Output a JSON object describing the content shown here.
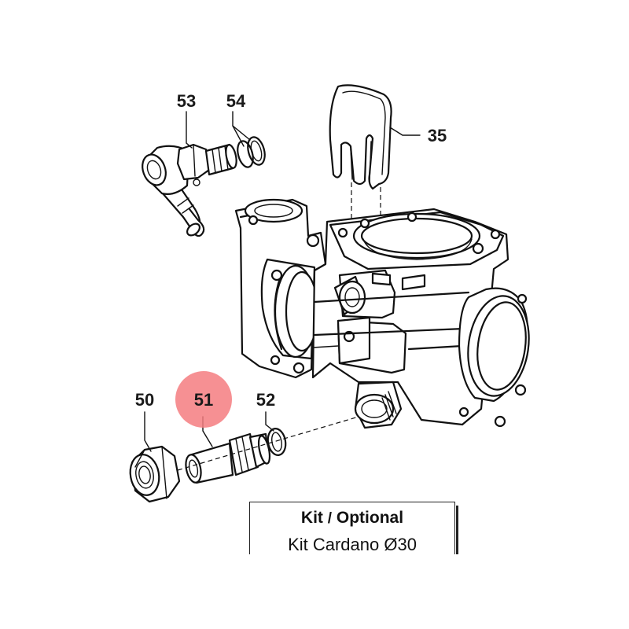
{
  "callouts": {
    "p53": "53",
    "p54": "54",
    "p35": "35",
    "p50": "50",
    "p51": "51",
    "p52": "52"
  },
  "highlight_color": "#f47c80",
  "kit": {
    "title_bold": "Kit",
    "slash": "/",
    "title_rest": "Optional",
    "subtitle": "Kit Cardano Ø30"
  }
}
